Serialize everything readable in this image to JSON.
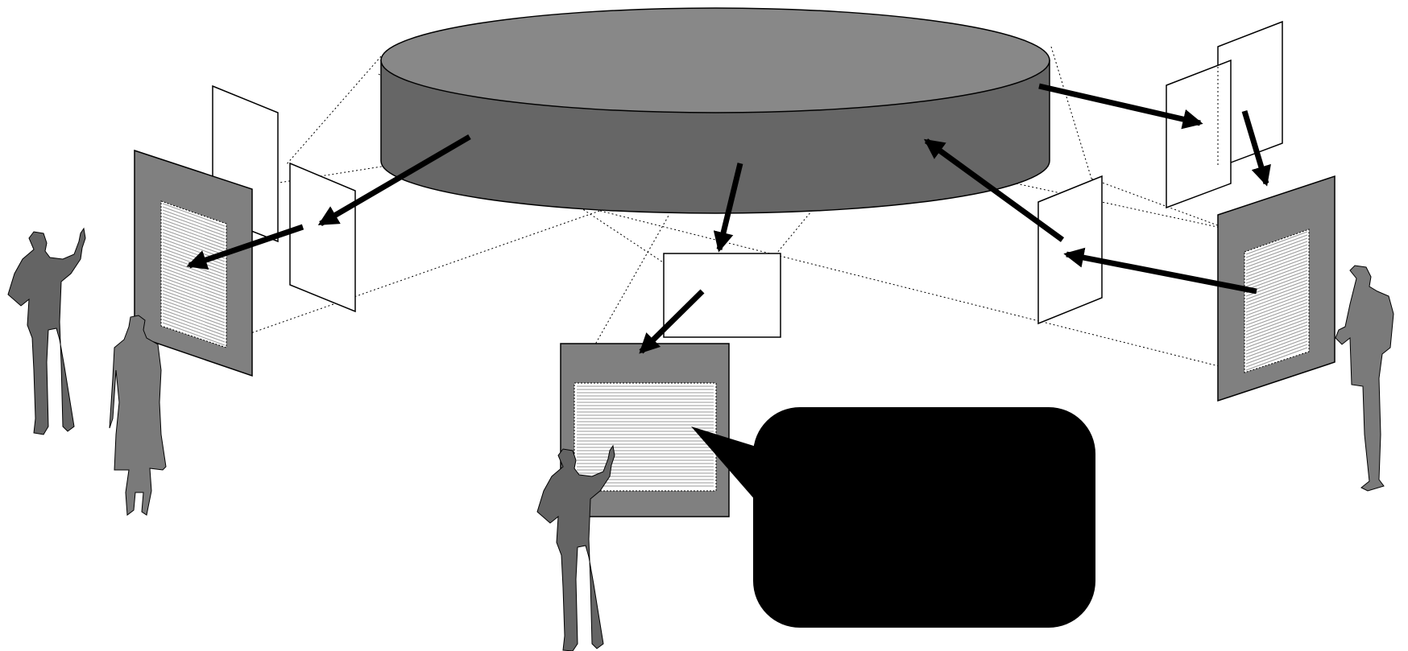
{
  "diagram": {
    "colors": {
      "cylinder_top": "#888888",
      "cylinder_side": "#666666",
      "board_frame": "#808080",
      "board_screen": "#ffffff",
      "screen_lines": "#aaaaaa",
      "person": "#646464",
      "person_light": "#7a7a7a",
      "arrow": "#000000",
      "speech_bubble": "#000000",
      "outline": "#000000"
    },
    "elements": {
      "central_store": "cylinder",
      "display_boards": [
        "board-left",
        "board-center",
        "board-right"
      ],
      "transfer_panels": [
        "panel-left-back",
        "panel-left-front",
        "panel-center",
        "panel-right-upper-back",
        "panel-right-upper-front",
        "panel-right-lower"
      ],
      "people": [
        "person-left-man",
        "person-left-woman",
        "person-center-man",
        "person-right-man"
      ],
      "callout": "speech-bubble"
    }
  }
}
